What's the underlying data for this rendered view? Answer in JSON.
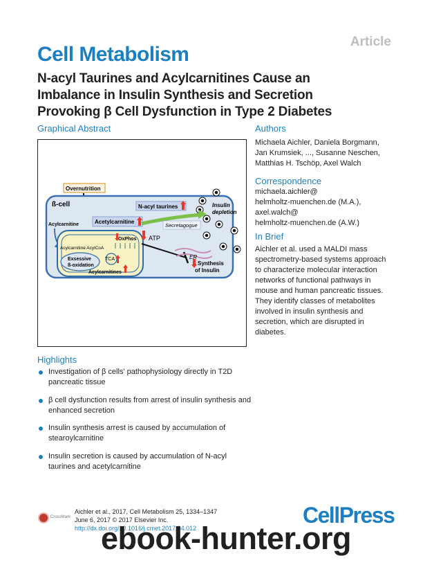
{
  "header": {
    "article_tag": "Article",
    "journal": "Cell Metabolism",
    "title_lines": [
      "N-acyl Taurines and Acylcarnitines Cause an",
      "Imbalance in Insulin Synthesis and Secretion",
      "Provoking β Cell Dysfunction in Type 2 Diabetes"
    ]
  },
  "graphical_abstract": {
    "heading": "Graphical Abstract",
    "labels": {
      "overnutrition": "Overnutrition",
      "beta_cell": "ß-cell",
      "n_acyl_taurines": "N-acyl taurines",
      "insulin_depletion_1": "Insulin",
      "insulin_depletion_2": "depletion",
      "acylcarnitine": "Acylcarnitine",
      "acetylcarnitine": "Acetylcarnitine",
      "secretagogue": "Secretagogue",
      "oxphos": "OxPhos",
      "atp": "ATP",
      "acylcarnitine_acylcoa": "Acylcarnitine AcylCoA",
      "exsessive_1": "Exsessive",
      "exsessive_2": "ß-oxidation",
      "tca": "TCA",
      "acylcarnitines": "Acylcarnitines",
      "er": "ER",
      "synthesis_1": "Synthesis",
      "synthesis_2": "of Insulin"
    },
    "colors": {
      "cell_fill": "#dce7f2",
      "cell_border": "#3b6fb0",
      "mito_fill": "#f6f2c4",
      "label_box": "#c9d6ee",
      "up_arrow": "#e53b2c",
      "secretagogue": "#7cc04a"
    }
  },
  "authors": {
    "heading": "Authors",
    "lines": [
      "Michaela Aichler, Daniela Borgmann,",
      "Jan Krumsiek, ..., Susanne Neschen,",
      "Matthias H. Tschöp, Axel Walch"
    ]
  },
  "correspondence": {
    "heading": "Correspondence",
    "lines": [
      "michaela.aichler@",
      "helmholtz-muenchen.de (M.A.),",
      "axel.walch@",
      "helmholtz-muenchen.de (A.W.)"
    ]
  },
  "in_brief": {
    "heading": "In Brief",
    "lines": [
      "Aichler et al. used a MALDI mass",
      "spectrometry-based systems approach",
      "to characterize molecular interaction",
      "networks of functional pathways in",
      "mouse and human pancreatic tissues.",
      "They identify classes of metabolites",
      "involved in insulin synthesis and",
      "secretion, which are disrupted in",
      "diabetes."
    ]
  },
  "highlights": {
    "heading": "Highlights",
    "items": [
      [
        "Investigation of β cells' pathophysiology directly in T2D",
        "pancreatic tissue"
      ],
      [
        "β cell dysfunction results from arrest of insulin synthesis and",
        "enhanced secretion"
      ],
      [
        "Insulin synthesis arrest is caused by accumulation of",
        "stearoylcarnitine"
      ],
      [
        "Insulin secretion is caused by accumulation of N-acyl",
        "taurines and acetylcarnitine"
      ]
    ]
  },
  "footer": {
    "citation": "Aichler et al., 2017, Cell Metabolism 25, 1334–1347",
    "date": "June 6, 2017 © 2017 Elsevier Inc.",
    "doi": "http://dx.doi.org/10.1016/j.cmet.2017.04.012",
    "crossmark": "CrossMark",
    "publisher": "CellPress",
    "watermark": "ebook-hunter.org"
  }
}
